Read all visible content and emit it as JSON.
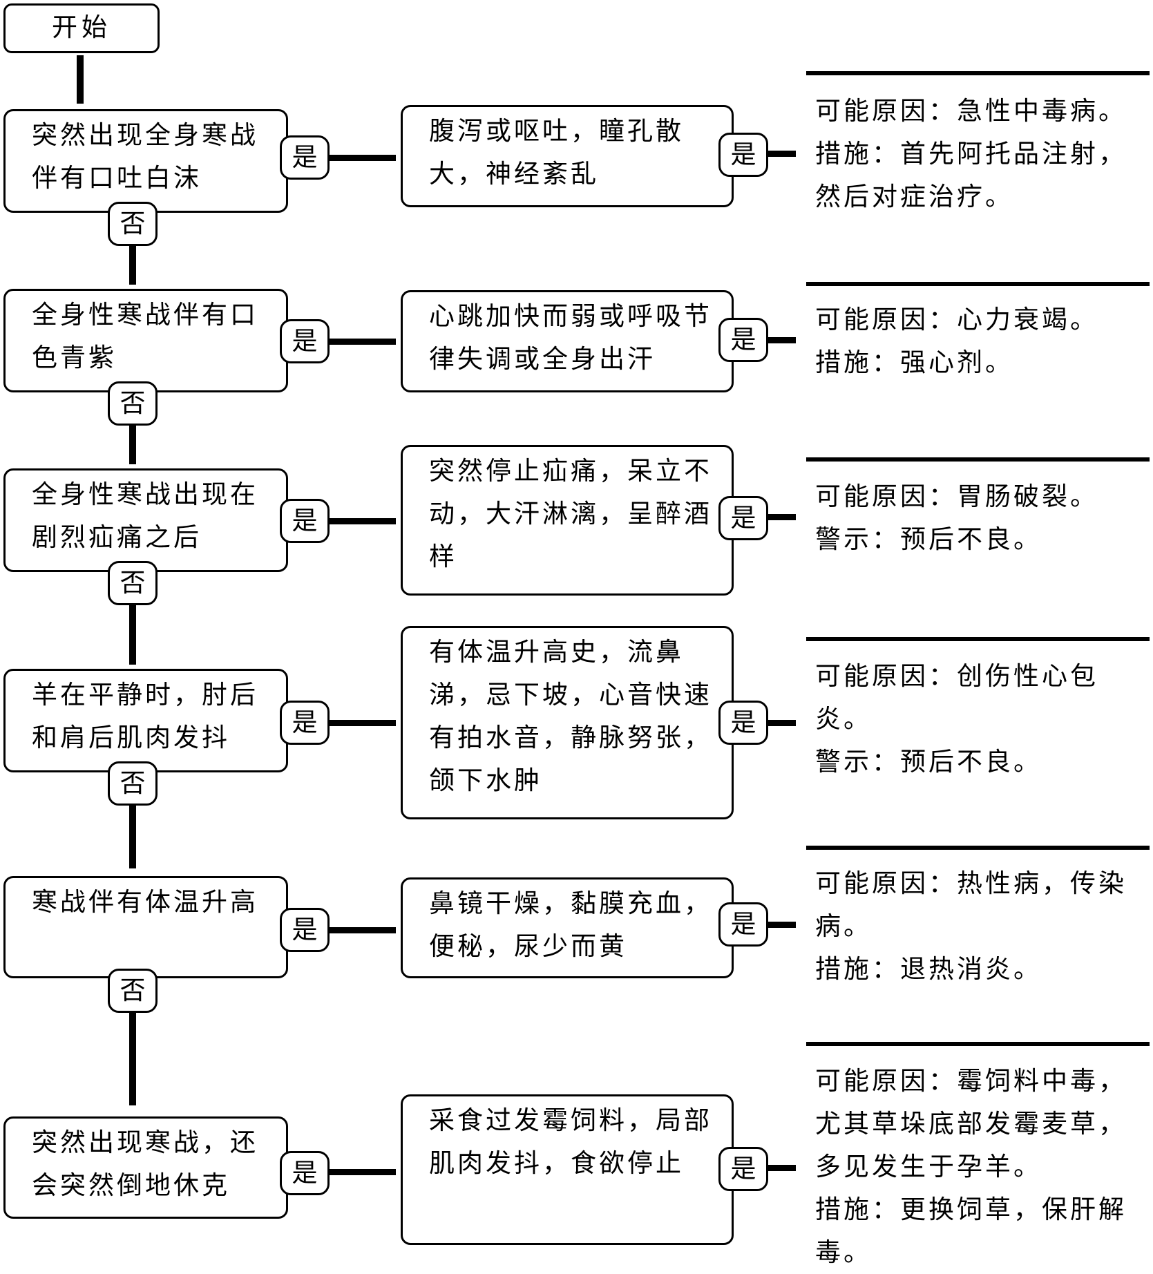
{
  "start": "开始",
  "yes_label": "是",
  "no_label": "否",
  "rows": [
    {
      "question": "突然出现全身寒战伴有口吐白沫",
      "symptom": "腹泻或呕吐，瞳孔散大，神经紊乱",
      "result": [
        "可能原因：急性中毒病。",
        "措施：首先阿托品注射，",
        "然后对症治疗。"
      ]
    },
    {
      "question": "全身性寒战伴有口色青紫",
      "symptom": "心跳加快而弱或呼吸节律失调或全身出汗",
      "result": [
        "可能原因：心力衰竭。",
        "措施：强心剂。"
      ]
    },
    {
      "question": "全身性寒战出现在剧烈疝痛之后",
      "symptom": "突然停止疝痛，呆立不动，大汗淋漓，呈醉酒样",
      "result": [
        "可能原因：胃肠破裂。",
        "警示：预后不良。"
      ]
    },
    {
      "question": "羊在平静时，肘后和肩后肌肉发抖",
      "symptom": "有体温升高史，流鼻涕，忌下坡，心音快速有拍水音，静脉努张，颌下水肿",
      "result": [
        "可能原因：创伤性心包",
        "炎。",
        "警示：预后不良。"
      ]
    },
    {
      "question": "寒战伴有体温升高",
      "symptom": "鼻镜干燥，黏膜充血，便秘，尿少而黄",
      "result": [
        "可能原因：热性病，传染",
        "病。",
        "措施：退热消炎。"
      ]
    },
    {
      "question": "突然出现寒战，还会突然倒地休克",
      "symptom": "采食过发霉饲料，局部肌肉发抖，食欲停止",
      "result": [
        "可能原因：霉饲料中毒，",
        "尤其草垛底部发霉麦草，",
        "多见发生于孕羊。",
        "措施：更换饲草，保肝解",
        "毒。"
      ]
    }
  ]
}
